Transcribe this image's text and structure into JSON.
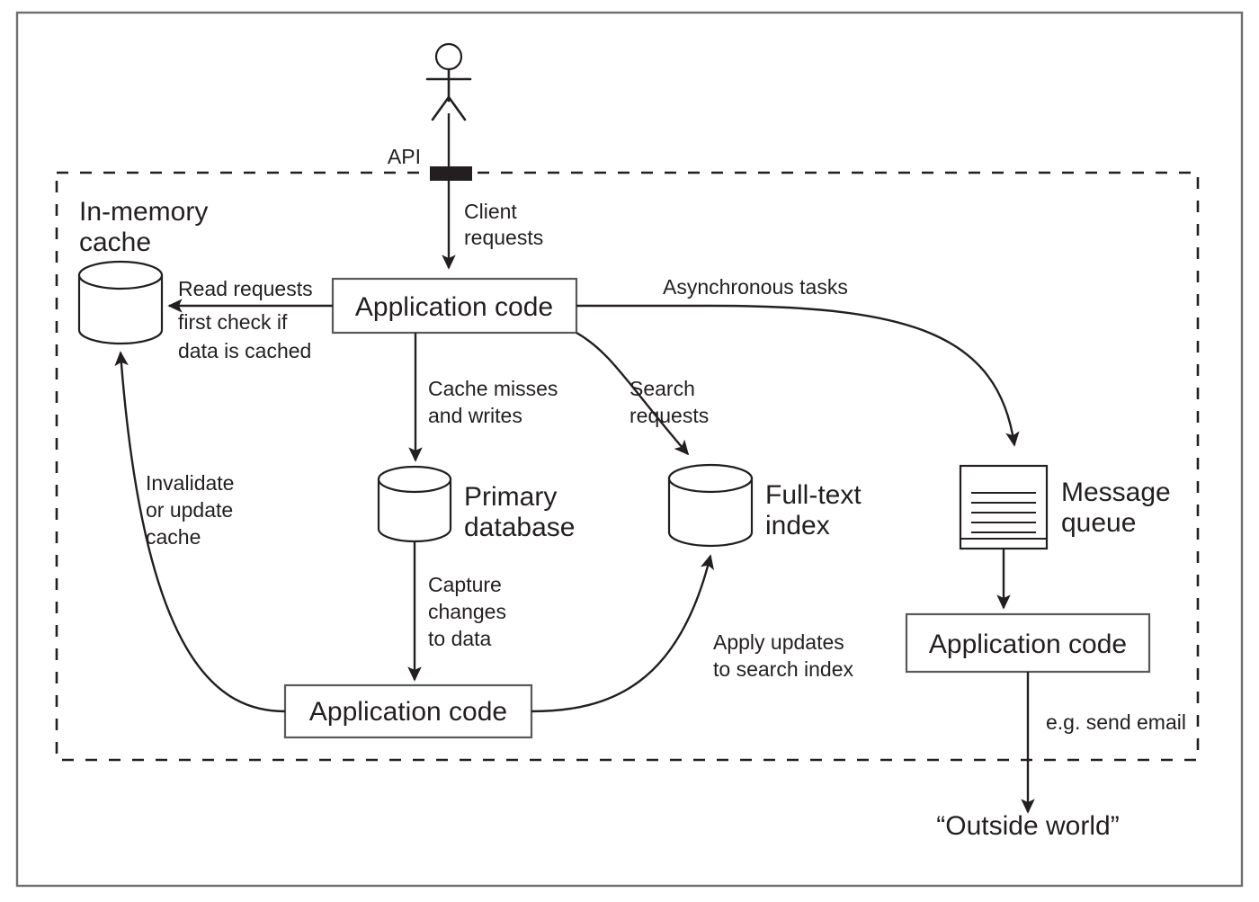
{
  "diagram": {
    "title": "Data system architecture with application code, cache, database, search index and message queue",
    "boundary_label": "API",
    "colors": {
      "stroke": "#231f20",
      "box_stroke": "#58595b",
      "frame": "#6d6e71",
      "background": "#ffffff"
    },
    "nodes": {
      "actor": {
        "name": "actor-stick-figure",
        "label": ""
      },
      "api_boundary_marker": {
        "label": "API"
      },
      "in_memory_cache": {
        "label_line1": "In-memory",
        "label_line2": "cache",
        "shape": "cylinder"
      },
      "application_code_main": {
        "label": "Application code",
        "shape": "rectangle"
      },
      "primary_database": {
        "label_line1": "Primary",
        "label_line2": "database",
        "shape": "cylinder"
      },
      "full_text_index": {
        "label_line1": "Full-text",
        "label_line2": "index",
        "shape": "cylinder"
      },
      "message_queue": {
        "label_line1": "Message",
        "label_line2": "queue",
        "shape": "queue-box"
      },
      "application_code_worker": {
        "label": "Application code",
        "shape": "rectangle"
      },
      "application_code_cdc": {
        "label": "Application code",
        "shape": "rectangle"
      },
      "outside_world": {
        "label": "“Outside world”"
      }
    },
    "edges": [
      {
        "id": "client-requests",
        "label_line1": "Client",
        "label_line2": "requests",
        "from": "actor",
        "to": "application_code_main"
      },
      {
        "id": "read-requests",
        "label_line1": "Read requests",
        "label_line2": "first check if",
        "label_line3": "data is cached",
        "from": "application_code_main",
        "to": "in_memory_cache"
      },
      {
        "id": "cache-misses",
        "label_line1": "Cache misses",
        "label_line2": "and writes",
        "from": "application_code_main",
        "to": "primary_database"
      },
      {
        "id": "search-requests",
        "label_line1": "Search",
        "label_line2": "requests",
        "from": "application_code_main",
        "to": "full_text_index"
      },
      {
        "id": "asynchronous-tasks",
        "label_line1": "Asynchronous tasks",
        "from": "application_code_main",
        "to": "message_queue"
      },
      {
        "id": "capture-changes",
        "label_line1": "Capture",
        "label_line2": "changes",
        "label_line3": "to data",
        "from": "primary_database",
        "to": "application_code_cdc"
      },
      {
        "id": "invalidate-cache",
        "label_line1": "Invalidate",
        "label_line2": "or update",
        "label_line3": "cache",
        "from": "application_code_cdc",
        "to": "in_memory_cache"
      },
      {
        "id": "apply-updates",
        "label_line1": "Apply updates",
        "label_line2": "to search index",
        "from": "application_code_cdc",
        "to": "full_text_index"
      },
      {
        "id": "queue-consume",
        "label_line1": "",
        "from": "message_queue",
        "to": "application_code_worker"
      },
      {
        "id": "send-email",
        "label_line1": "e.g. send email",
        "from": "application_code_worker",
        "to": "outside_world"
      }
    ]
  }
}
